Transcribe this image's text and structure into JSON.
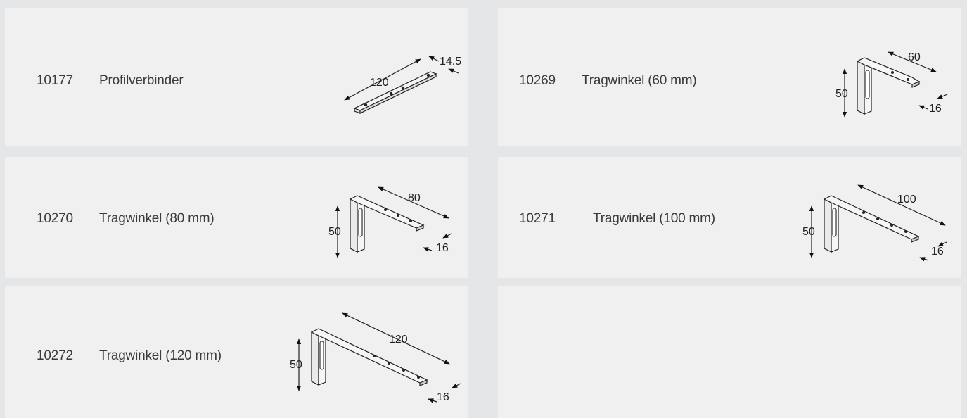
{
  "products": [
    {
      "code": "10177",
      "name": "Profilverbinder",
      "length_label": "120",
      "width_label": "14.5"
    },
    {
      "code": "10269",
      "name": "Tragwinkel (60 mm)",
      "length_label": "60",
      "height_label": "50",
      "width_label": "16"
    },
    {
      "code": "10270",
      "name": "Tragwinkel (80 mm)",
      "length_label": "80",
      "height_label": "50",
      "width_label": "16"
    },
    {
      "code": "10271",
      "name": "Tragwinkel (100 mm)",
      "length_label": "100",
      "height_label": "50",
      "width_label": "16"
    },
    {
      "code": "10272",
      "name": "Tragwinkel (120 mm)",
      "length_label": "120",
      "height_label": "50",
      "width_label": "16"
    }
  ]
}
